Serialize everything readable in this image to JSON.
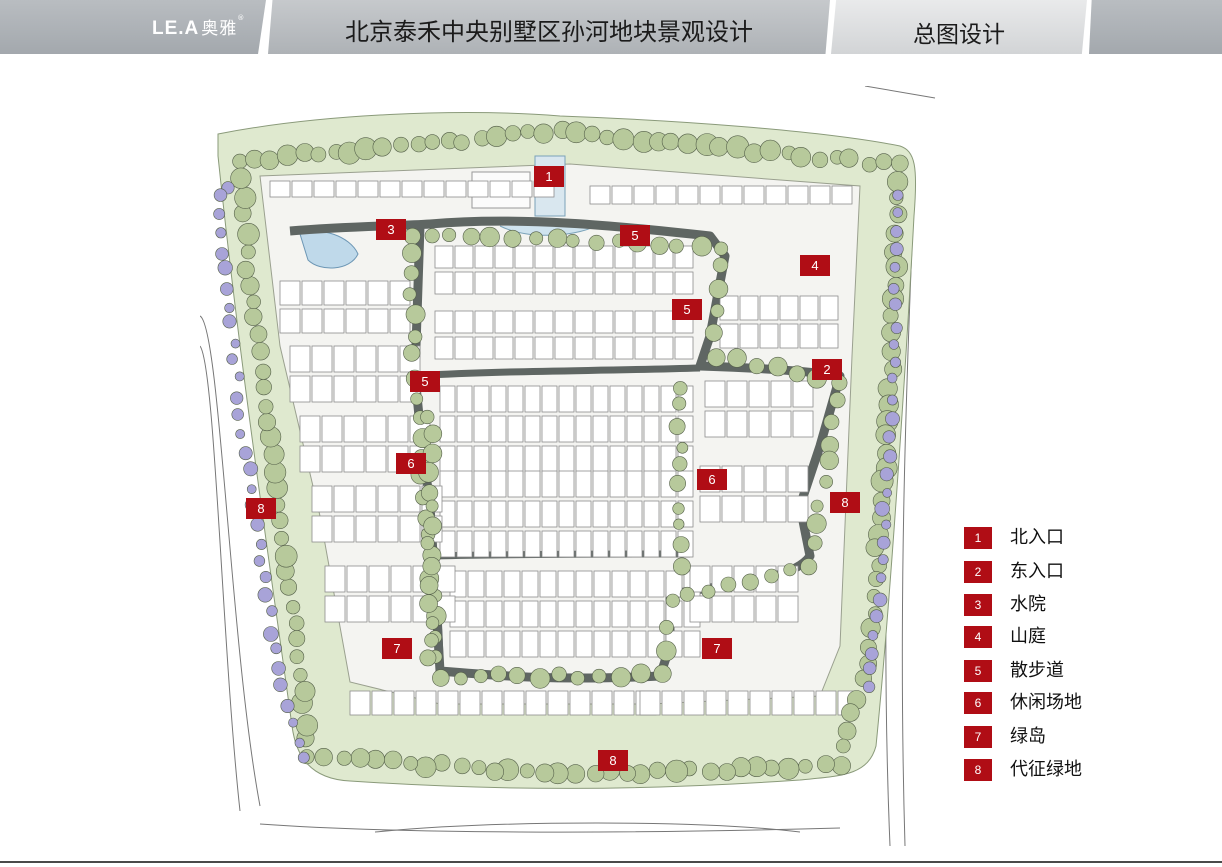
{
  "header": {
    "logo_mark": "LE.A",
    "logo_cn": "奥雅",
    "logo_reg": "®",
    "title": "北京泰禾中央别墅区孙河地块景观设计",
    "section": "总图设计"
  },
  "markers": [
    "1",
    "3",
    "5",
    "4",
    "5",
    "2",
    "5",
    "6",
    "6",
    "8",
    "8",
    "7",
    "7",
    "8"
  ],
  "legend": [
    {
      "num": "1",
      "label": "北入口"
    },
    {
      "num": "2",
      "label": "东入口"
    },
    {
      "num": "3",
      "label": "水院"
    },
    {
      "num": "4",
      "label": "山庭"
    },
    {
      "num": "5",
      "label": "散步道"
    },
    {
      "num": "6",
      "label": "休闲场地"
    },
    {
      "num": "7",
      "label": "绿岛"
    },
    {
      "num": "8",
      "label": "代征绿地"
    }
  ],
  "colors": {
    "marker": "#b00d15",
    "lawn": "#dfe9cf",
    "path": "#5f6663",
    "tree": "#b7c99b",
    "shrub": "#a8a3d8"
  }
}
